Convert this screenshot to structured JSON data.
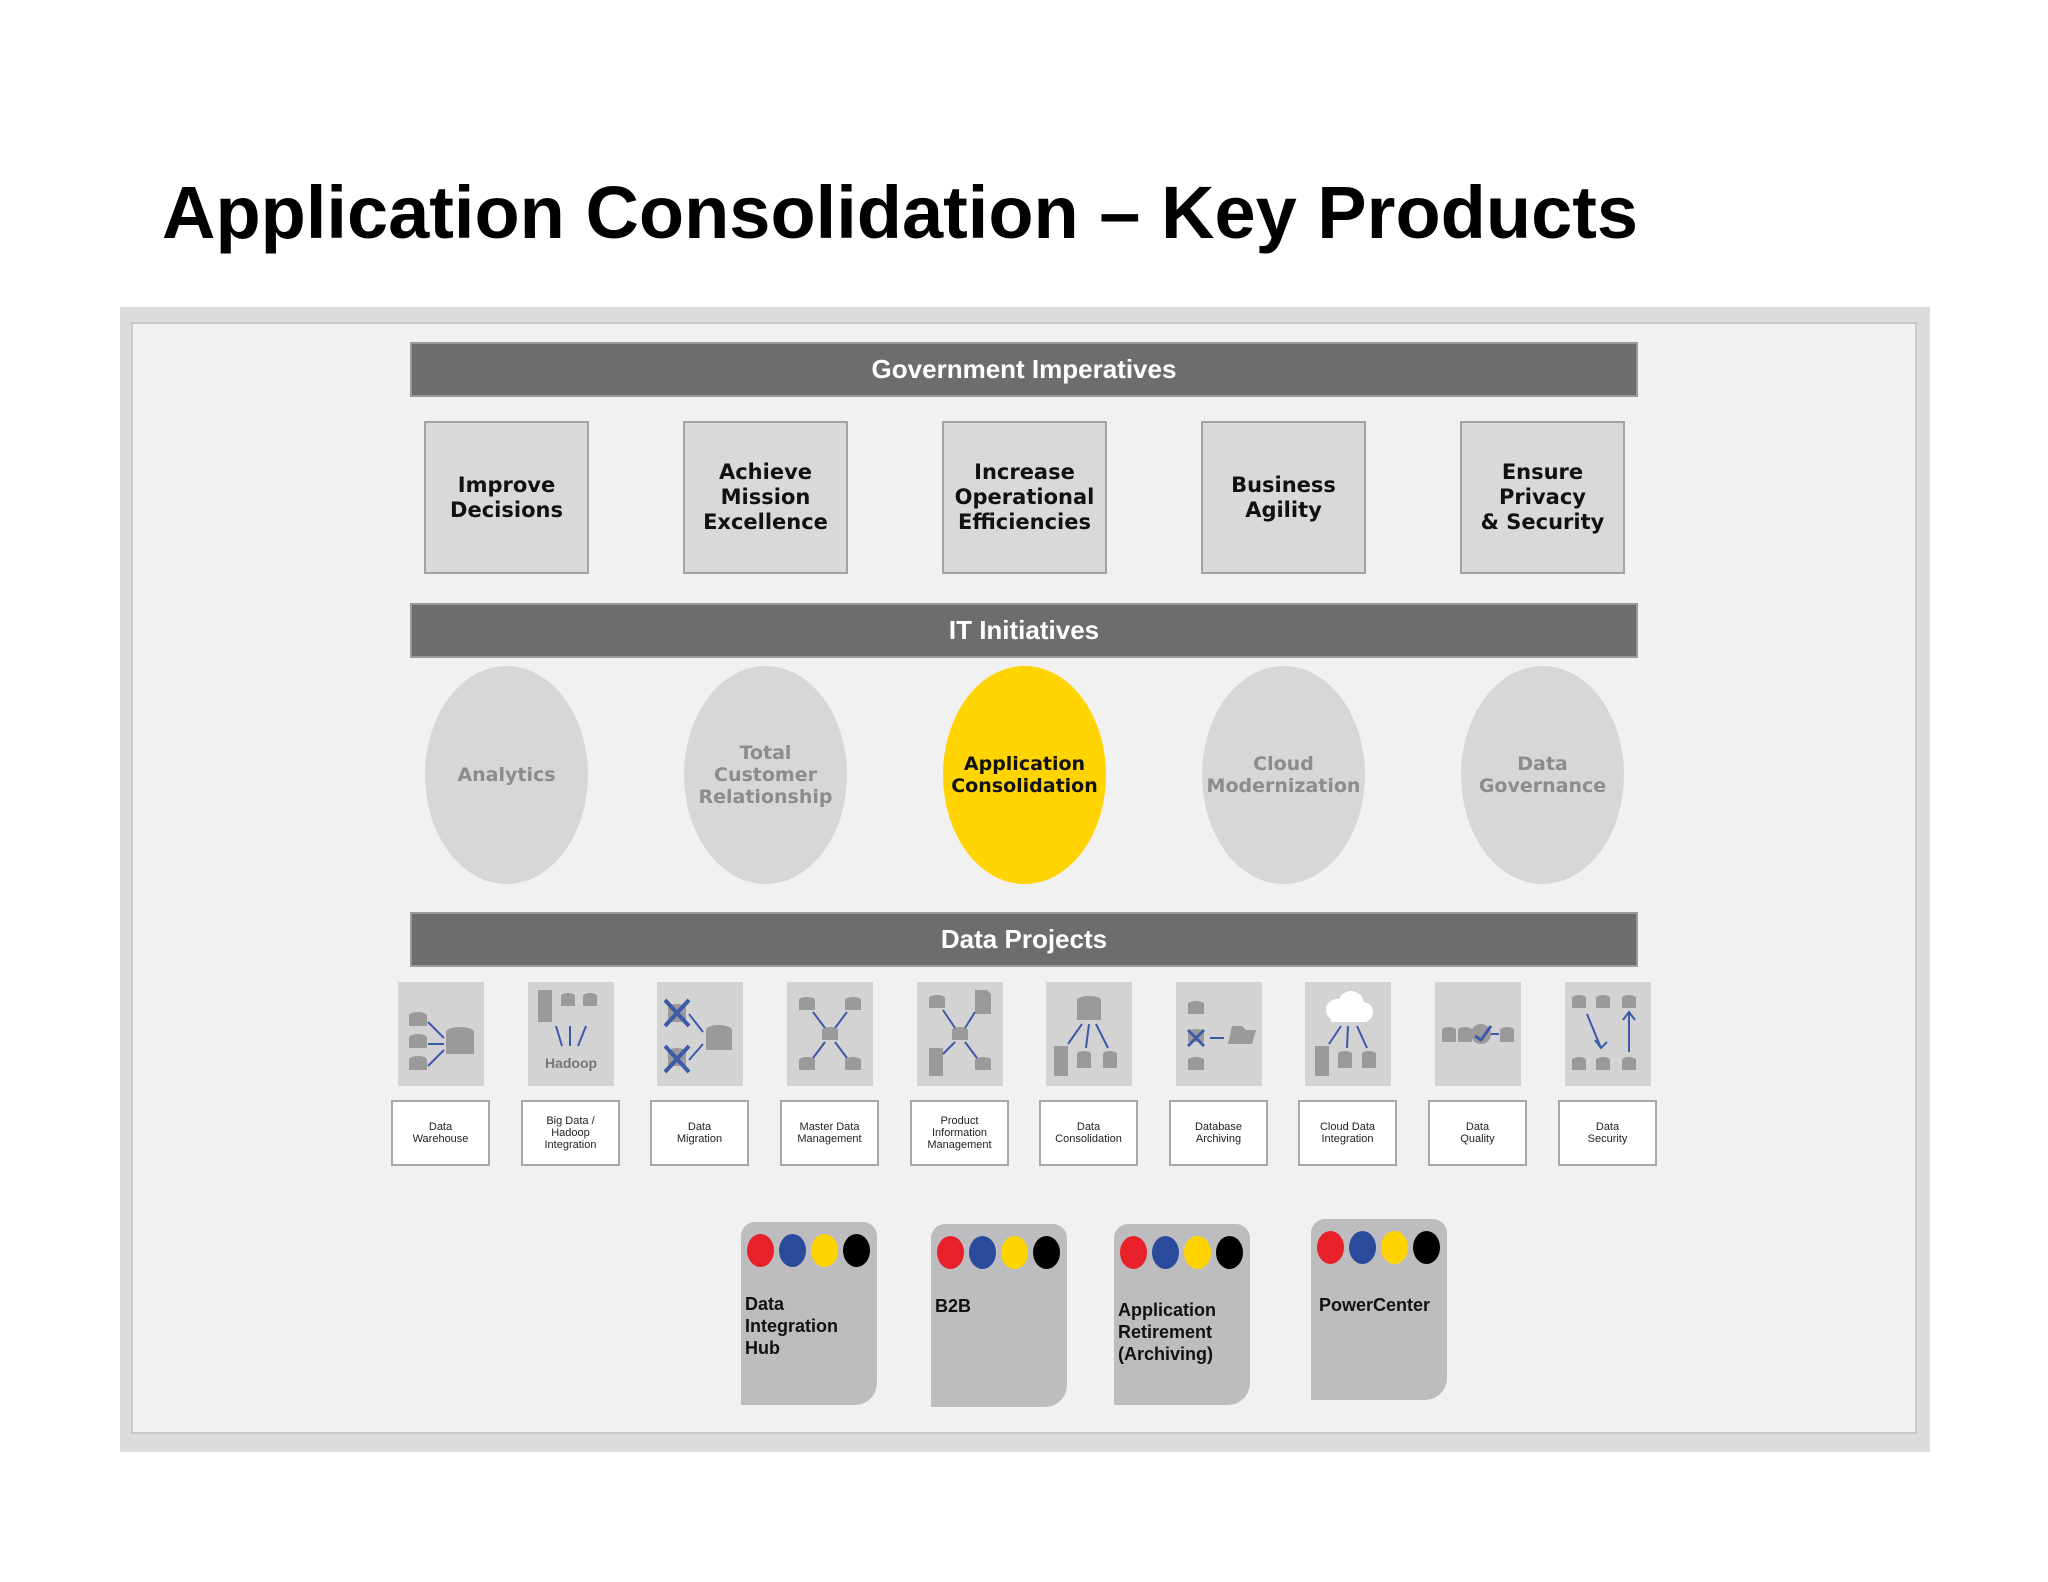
{
  "title": "Application Consolidation – Key Products",
  "sections": {
    "imperatives": "Government Imperatives",
    "initiatives": "IT Initiatives",
    "projects": "Data Projects"
  },
  "imperatives": [
    "Improve\nDecisions",
    "Achieve\nMission\nExcellence",
    "Increase\nOperational\nEfficiencies",
    "Business\nAgility",
    "Ensure\nPrivacy\n& Security"
  ],
  "initiatives": [
    "Analytics",
    "Total\nCustomer\nRelationship",
    "Application\nConsolidation",
    "Cloud\nModernization",
    "Data\nGovernance"
  ],
  "highlighted_initiative": "Application\nConsolidation",
  "highlight_color": "#ffd400",
  "projects": [
    {
      "label": "Data\nWarehouse",
      "icon": "data-warehouse-icon"
    },
    {
      "label": "Big Data /\nHadoop\nIntegration",
      "icon": "hadoop-icon",
      "icon_text": "Hadoop"
    },
    {
      "label": "Data\nMigration",
      "icon": "data-migration-icon"
    },
    {
      "label": "Master Data\nManagement",
      "icon": "master-data-icon"
    },
    {
      "label": "Product\nInformation\nManagement",
      "icon": "product-info-icon"
    },
    {
      "label": "Data\nConsolidation",
      "icon": "data-consolidation-icon"
    },
    {
      "label": "Database\nArchiving",
      "icon": "database-archiving-icon"
    },
    {
      "label": "Cloud Data\nIntegration",
      "icon": "cloud-data-icon"
    },
    {
      "label": "Data\nQuality",
      "icon": "data-quality-icon"
    },
    {
      "label": "Data\nSecurity",
      "icon": "data-security-icon"
    }
  ],
  "products": [
    {
      "label": "Data\nIntegration\nHub"
    },
    {
      "label": "B2B"
    },
    {
      "label": "Application\nRetirement\n(Archiving)"
    },
    {
      "label": "PowerCenter"
    }
  ],
  "dot_colors": [
    "#e8202a",
    "#2a4a9c",
    "#ffd400",
    "#000000"
  ]
}
